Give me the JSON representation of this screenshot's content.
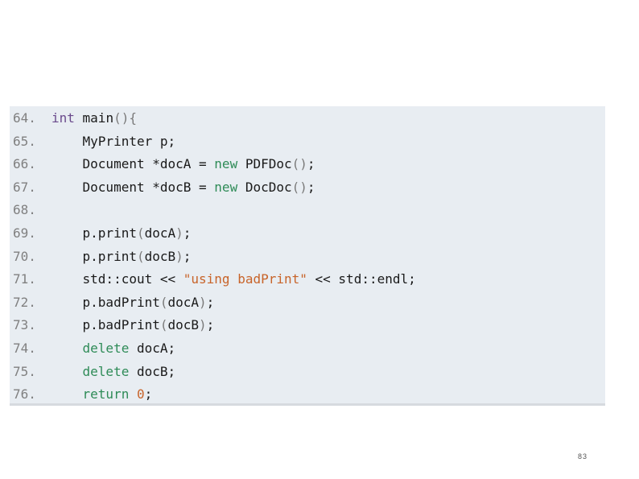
{
  "code": {
    "lines": [
      {
        "number": "64.",
        "tokens": [
          {
            "t": "int",
            "k": "type"
          },
          {
            "t": " main",
            "k": "plain"
          },
          {
            "t": "(){",
            "k": "punc"
          }
        ]
      },
      {
        "number": "65.",
        "tokens": [
          {
            "t": "    MyPrinter p;",
            "k": "plain"
          }
        ]
      },
      {
        "number": "66.",
        "tokens": [
          {
            "t": "    Document *docA = ",
            "k": "plain"
          },
          {
            "t": "new",
            "k": "key"
          },
          {
            "t": " PDFDoc",
            "k": "plain"
          },
          {
            "t": "()",
            "k": "punc"
          },
          {
            "t": ";",
            "k": "plain"
          }
        ]
      },
      {
        "number": "67.",
        "tokens": [
          {
            "t": "    Document *docB = ",
            "k": "plain"
          },
          {
            "t": "new",
            "k": "key"
          },
          {
            "t": " DocDoc",
            "k": "plain"
          },
          {
            "t": "()",
            "k": "punc"
          },
          {
            "t": ";",
            "k": "plain"
          }
        ]
      },
      {
        "number": "68.",
        "tokens": []
      },
      {
        "number": "69.",
        "tokens": [
          {
            "t": "    p.print",
            "k": "plain"
          },
          {
            "t": "(",
            "k": "punc"
          },
          {
            "t": "docA",
            "k": "plain"
          },
          {
            "t": ")",
            "k": "punc"
          },
          {
            "t": ";",
            "k": "plain"
          }
        ]
      },
      {
        "number": "70.",
        "tokens": [
          {
            "t": "    p.print",
            "k": "plain"
          },
          {
            "t": "(",
            "k": "punc"
          },
          {
            "t": "docB",
            "k": "plain"
          },
          {
            "t": ")",
            "k": "punc"
          },
          {
            "t": ";",
            "k": "plain"
          }
        ]
      },
      {
        "number": "71.",
        "tokens": [
          {
            "t": "    std::cout << ",
            "k": "plain"
          },
          {
            "t": "\"using badPrint\"",
            "k": "str"
          },
          {
            "t": " << std::endl;",
            "k": "plain"
          }
        ]
      },
      {
        "number": "72.",
        "tokens": [
          {
            "t": "    p.badPrint",
            "k": "plain"
          },
          {
            "t": "(",
            "k": "punc"
          },
          {
            "t": "docA",
            "k": "plain"
          },
          {
            "t": ")",
            "k": "punc"
          },
          {
            "t": ";",
            "k": "plain"
          }
        ]
      },
      {
        "number": "73.",
        "tokens": [
          {
            "t": "    p.badPrint",
            "k": "plain"
          },
          {
            "t": "(",
            "k": "punc"
          },
          {
            "t": "docB",
            "k": "plain"
          },
          {
            "t": ")",
            "k": "punc"
          },
          {
            "t": ";",
            "k": "plain"
          }
        ]
      },
      {
        "number": "74.",
        "tokens": [
          {
            "t": "    ",
            "k": "plain"
          },
          {
            "t": "delete",
            "k": "key"
          },
          {
            "t": " docA;",
            "k": "plain"
          }
        ]
      },
      {
        "number": "75.",
        "tokens": [
          {
            "t": "    ",
            "k": "plain"
          },
          {
            "t": "delete",
            "k": "key"
          },
          {
            "t": " docB;",
            "k": "plain"
          }
        ]
      },
      {
        "number": "76.",
        "tokens": [
          {
            "t": "    ",
            "k": "plain"
          },
          {
            "t": "return",
            "k": "key"
          },
          {
            "t": " ",
            "k": "plain"
          },
          {
            "t": "0",
            "k": "num"
          },
          {
            "t": ";",
            "k": "plain"
          }
        ]
      }
    ]
  },
  "page_number": "83",
  "colors": {
    "panel_background": "#e8edf2",
    "type": "#6a4a8c",
    "keyword": "#2e8b57",
    "string": "#c8642a",
    "line_number": "#808080"
  }
}
